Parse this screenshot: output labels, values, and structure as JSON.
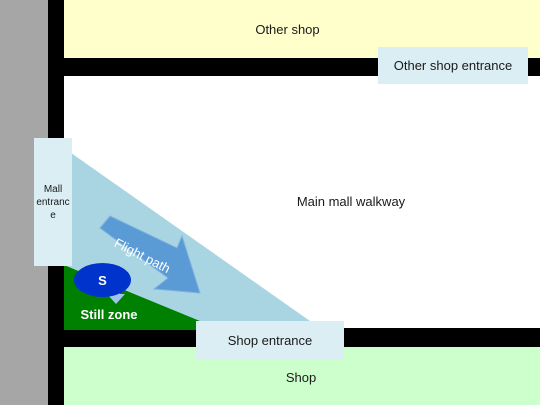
{
  "labels": {
    "other_shop": "Other shop",
    "other_shop_entrance": "Other shop entrance",
    "main_walkway": "Main mall walkway",
    "mall_entrance": "Mall entrance",
    "flight_path": "Flight path",
    "still_zone_marker": "S",
    "still_zone": "Still zone",
    "shop_entrance": "Shop entrance",
    "shop": "Shop"
  },
  "colors": {
    "outer_wall": "#a6a6a6",
    "wall": "#000000",
    "other_shop_fill": "#ffffcc",
    "shop_fill": "#ccffcc",
    "entrance_box": "#dbeef4",
    "flight_zone": "#a9d5e3",
    "still_zone": "#008000",
    "marker": "#0033cc",
    "arrow": "#5b9bd5"
  }
}
